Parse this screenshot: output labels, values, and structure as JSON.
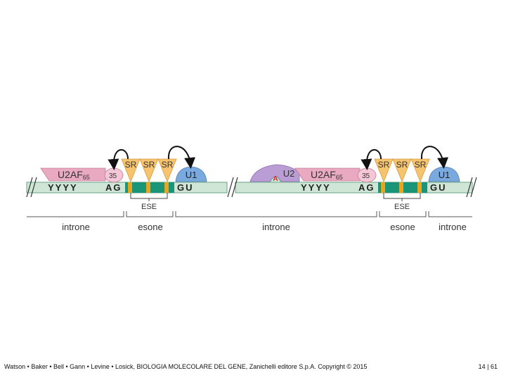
{
  "diagram": {
    "colors": {
      "strand": "#cfe6d6",
      "strand_edge": "#6aa387",
      "exon": "#1a9577",
      "ese": "#e8a51e",
      "sr": "#f6c36f",
      "u2af": "#e9a9c0",
      "u2af35": "#f3c7d5",
      "u1": "#79a9dd",
      "u2": "#b99dd4",
      "branch_a": "#d32b2b"
    },
    "left_segment": {
      "u2af65_label": "U2AF",
      "u2af65_sub": "65",
      "u2af35_label": "35",
      "sr_labels": [
        "SR",
        "SR",
        "SR"
      ],
      "u1_label": "U1",
      "polypyrimidine": "YYYY",
      "acceptor": "AG",
      "donor": "GU",
      "ese_label": "ESE"
    },
    "right_segment": {
      "u2_label": "U2",
      "branch_point": "A",
      "u2af65_label": "U2AF",
      "u2af65_sub": "65",
      "u2af35_label": "35",
      "sr_labels": [
        "SR",
        "SR",
        "SR"
      ],
      "u1_label": "U1",
      "polypyrimidine": "YYYY",
      "acceptor": "AG",
      "donor": "GU",
      "ese_label": "ESE"
    },
    "region_labels": [
      "introne",
      "esone",
      "introne",
      "esone",
      "introne"
    ]
  },
  "footer": {
    "credit": "Watson • Baker • Bell • Gann • Levine • Losick, BIOLOGIA MOLECOLARE DEL GENE, Zanichelli editore S.p.A. Copyright © 2015",
    "page": "14 | 61"
  }
}
